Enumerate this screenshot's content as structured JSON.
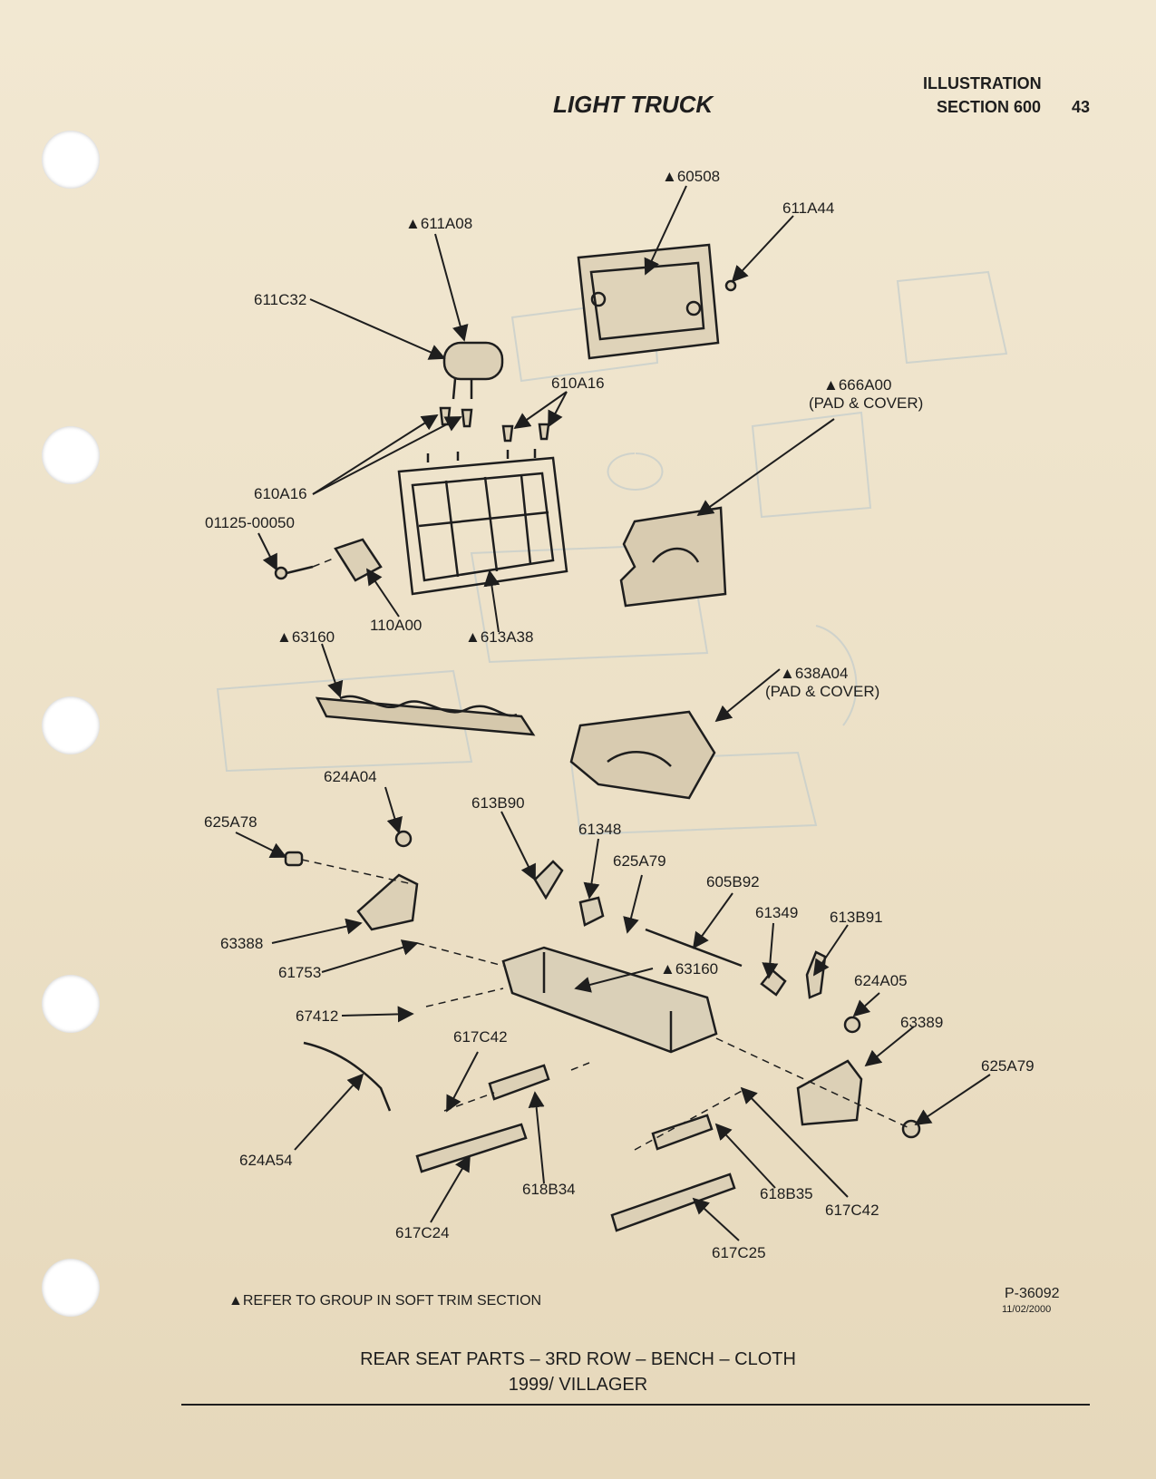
{
  "header": {
    "section_title": "LIGHT TRUCK",
    "illustration_label": "ILLUSTRATION",
    "section_label": "SECTION 600",
    "page_number": "43"
  },
  "callouts": [
    {
      "id": "60508",
      "text": "60508",
      "triangle": true
    },
    {
      "id": "611A44",
      "text": "611A44",
      "triangle": false
    },
    {
      "id": "611A08",
      "text": "611A08",
      "triangle": true
    },
    {
      "id": "611C32",
      "text": "611C32",
      "triangle": false
    },
    {
      "id": "610A16-top",
      "text": "610A16",
      "triangle": false
    },
    {
      "id": "666A00",
      "text": "666A00",
      "triangle": true,
      "subtext": "(PAD & COVER)"
    },
    {
      "id": "610A16-left",
      "text": "610A16",
      "triangle": false
    },
    {
      "id": "01125-00050",
      "text": "01125-00050",
      "triangle": false
    },
    {
      "id": "110A00",
      "text": "110A00",
      "triangle": false
    },
    {
      "id": "613A38",
      "text": "613A38",
      "triangle": true
    },
    {
      "id": "63160-top",
      "text": "63160",
      "triangle": true
    },
    {
      "id": "638A04",
      "text": "638A04",
      "triangle": true,
      "subtext": "(PAD & COVER)"
    },
    {
      "id": "624A04",
      "text": "624A04",
      "triangle": false
    },
    {
      "id": "613B90",
      "text": "613B90",
      "triangle": false
    },
    {
      "id": "625A78",
      "text": "625A78",
      "triangle": false
    },
    {
      "id": "61348",
      "text": "61348",
      "triangle": false
    },
    {
      "id": "625A79-mid",
      "text": "625A79",
      "triangle": false
    },
    {
      "id": "605B92",
      "text": "605B92",
      "triangle": false
    },
    {
      "id": "61349",
      "text": "61349",
      "triangle": false
    },
    {
      "id": "613B91",
      "text": "613B91",
      "triangle": false
    },
    {
      "id": "63388",
      "text": "63388",
      "triangle": false
    },
    {
      "id": "61753",
      "text": "61753",
      "triangle": false
    },
    {
      "id": "63160-bottom",
      "text": "63160",
      "triangle": true
    },
    {
      "id": "624A05",
      "text": "624A05",
      "triangle": false
    },
    {
      "id": "67412",
      "text": "67412",
      "triangle": false
    },
    {
      "id": "63389",
      "text": "63389",
      "triangle": false
    },
    {
      "id": "617C42-left",
      "text": "617C42",
      "triangle": false
    },
    {
      "id": "625A79-right",
      "text": "625A79",
      "triangle": false
    },
    {
      "id": "624A54",
      "text": "624A54",
      "triangle": false
    },
    {
      "id": "618B34",
      "text": "618B34",
      "triangle": false
    },
    {
      "id": "618B35",
      "text": "618B35",
      "triangle": false
    },
    {
      "id": "617C42-right",
      "text": "617C42",
      "triangle": false
    },
    {
      "id": "617C24",
      "text": "617C24",
      "triangle": false
    },
    {
      "id": "617C25",
      "text": "617C25",
      "triangle": false
    }
  ],
  "footer": {
    "note": "REFER TO GROUP IN SOFT TRIM SECTION",
    "plate_number": "P-36092",
    "plate_date": "11/02/2000"
  },
  "caption": {
    "line1": "REAR SEAT PARTS – 3RD ROW – BENCH – CLOTH",
    "line2": "1999/ VILLAGER"
  }
}
